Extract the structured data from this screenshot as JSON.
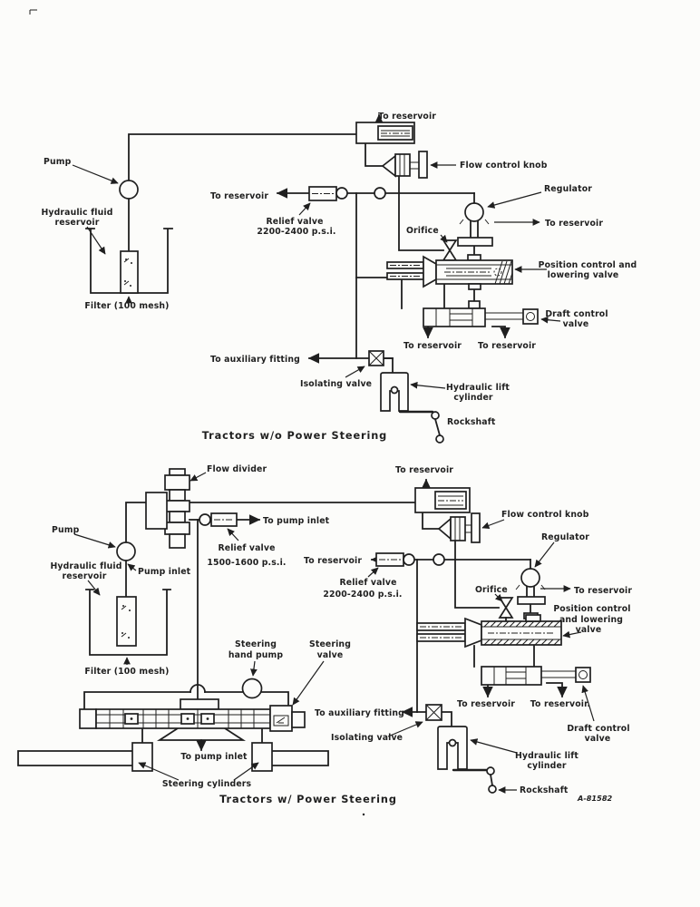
{
  "palette": {
    "ink": "#1f1f1f",
    "paper": "#fcfcfa"
  },
  "figure_code": "A-81582",
  "top": {
    "caption": "Tractors w/o Power Steering",
    "labels": {
      "to_reservoir_valve": "To reservoir",
      "flow_control_knob": "Flow control knob",
      "pump": "Pump",
      "to_reservoir_relief": "To reservoir",
      "relief_valve": [
        "Relief valve",
        "2200-2400 p.s.i."
      ],
      "regulator": "Regulator",
      "to_reservoir_regulator": "To reservoir",
      "orifice": "Orifice",
      "hydraulic_fluid_reservoir": [
        "Hydraulic fluid",
        "reservoir"
      ],
      "filter": "Filter (100 mesh)",
      "position_control": [
        "Position control and",
        "lowering valve"
      ],
      "draft_control": [
        "Draft control",
        "valve"
      ],
      "to_reservoir_left_drain": "To reservoir",
      "to_reservoir_right_drain": "To reservoir",
      "to_auxiliary_fitting": "To auxiliary fitting",
      "isolating_valve": "Isolating valve",
      "hydraulic_lift_cylinder": [
        "Hydraulic lift",
        "cylinder"
      ],
      "rockshaft": "Rockshaft"
    }
  },
  "bottom": {
    "caption": "Tractors w/ Power Steering",
    "labels": {
      "flow_divider": "Flow divider",
      "to_reservoir_valve": "To reservoir",
      "flow_control_knob": "Flow control knob",
      "regulator": "Regulator",
      "pump": "Pump",
      "to_pump_inlet_relief": "To pump inlet",
      "relief_valve_steering": [
        "Relief valve",
        "1500-1600 p.s.i."
      ],
      "hydraulic_fluid_reservoir": [
        "Hydraulic fluid",
        "reservoir"
      ],
      "pump_inlet": "Pump inlet",
      "to_reservoir_relief": "To reservoir",
      "relief_valve_hitch": [
        "Relief valve",
        "2200-2400 p.s.i."
      ],
      "orifice": "Orifice",
      "to_reservoir_regulator": "To reservoir",
      "position_control": [
        "Position control",
        "and lowering",
        "valve"
      ],
      "filter": "Filter (100 mesh)",
      "steering_hand_pump": [
        "Steering",
        "hand pump"
      ],
      "steering_valve": [
        "Steering",
        "valve"
      ],
      "to_auxiliary_fitting": "To auxiliary fitting",
      "isolating_valve": "Isolating valve",
      "to_reservoir_left_drain": "To reservoir",
      "to_reservoir_right_drain": "To reservoir.",
      "draft_control": [
        "Draft control",
        "valve"
      ],
      "hydraulic_lift_cylinder": [
        "Hydraulic lift",
        "cylinder"
      ],
      "rockshaft": "Rockshaft",
      "to_pump_inlet_steering": "To pump inlet",
      "steering_cylinders": "Steering cylinders"
    }
  }
}
